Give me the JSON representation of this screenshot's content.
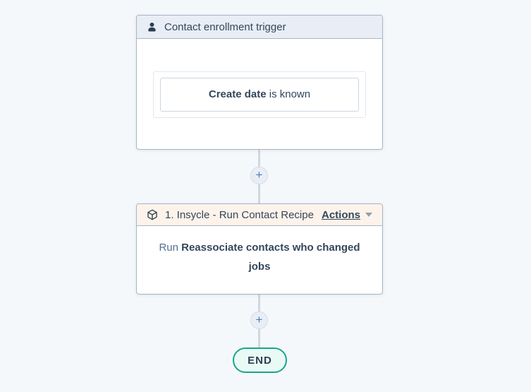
{
  "colors": {
    "canvas_bg": "#f5f8fa",
    "card_border": "#a6b6c8",
    "trigger_header_bg": "#e8edf6",
    "action_header_bg": "#fdf3ea",
    "text_dark": "#33475b",
    "text_muted": "#516f90",
    "connector_line": "#cfd7e2",
    "plus_icon": "#4f7ab8",
    "end_border": "#17a68d",
    "end_bg": "#e9faf5"
  },
  "trigger_card": {
    "icon": "contact-icon",
    "title": "Contact enrollment trigger",
    "condition": {
      "bold": "Create date",
      "rest": " is known"
    }
  },
  "action_card": {
    "icon": "cube-icon",
    "title": "1. Insycle - Run Contact Recipe",
    "actions_label": "Actions",
    "body": {
      "prefix": "Run ",
      "bold": "Reassociate contacts who changed jobs"
    }
  },
  "connectors": {
    "plus_1": "+",
    "plus_2": "+"
  },
  "end_node": {
    "label": "END"
  }
}
